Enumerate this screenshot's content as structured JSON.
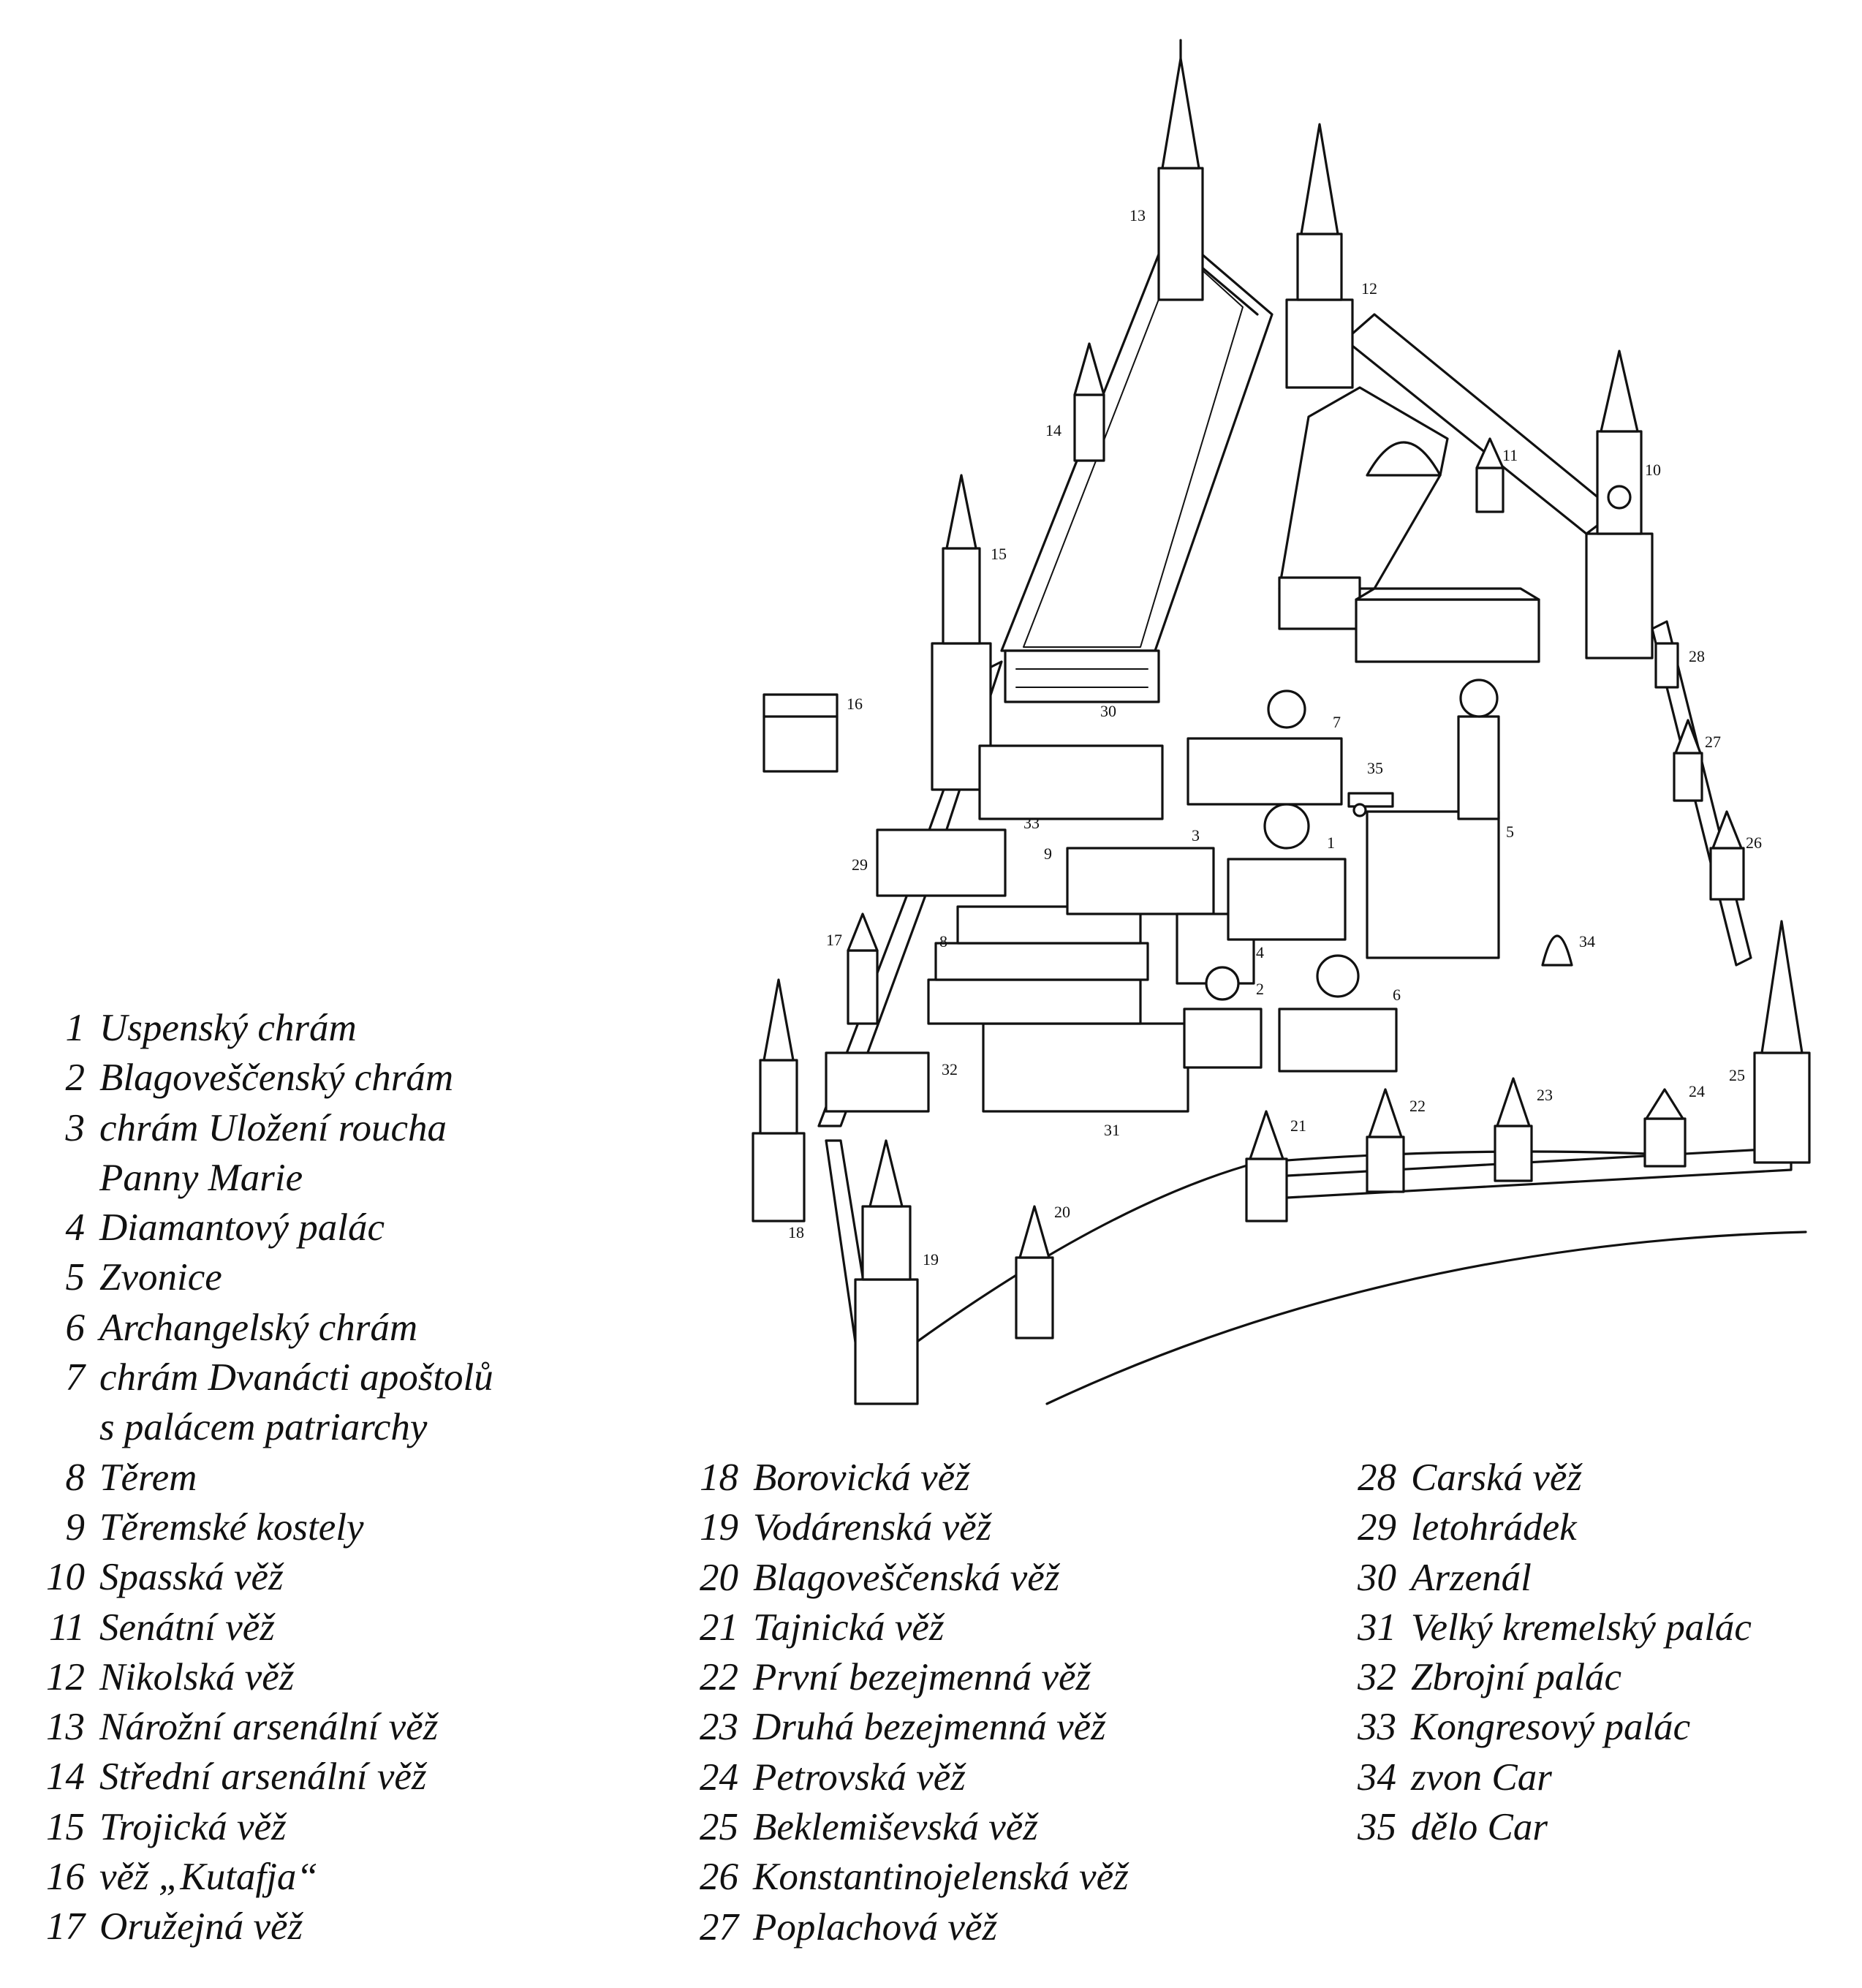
{
  "legend": {
    "column_1": [
      {
        "num": "1",
        "text": "Uspenský chrám",
        "cont": ""
      },
      {
        "num": "2",
        "text": "Blagoveščenský chrám",
        "cont": ""
      },
      {
        "num": "3",
        "text": "chrám Uložení roucha",
        "cont": "Panny Marie"
      },
      {
        "num": "4",
        "text": "Diamantový palác",
        "cont": ""
      },
      {
        "num": "5",
        "text": "Zvonice",
        "cont": ""
      },
      {
        "num": "6",
        "text": "Archangelský chrám",
        "cont": ""
      },
      {
        "num": "7",
        "text": "chrám Dvanácti apoštolů",
        "cont": "s palácem patriarchy"
      },
      {
        "num": "8",
        "text": "Těrem",
        "cont": ""
      },
      {
        "num": "9",
        "text": "Těremské kostely",
        "cont": ""
      },
      {
        "num": "10",
        "text": "Spasská věž",
        "cont": ""
      },
      {
        "num": "11",
        "text": "Senátní věž",
        "cont": ""
      },
      {
        "num": "12",
        "text": "Nikolská věž",
        "cont": ""
      },
      {
        "num": "13",
        "text": "Nárožní arsenální věž",
        "cont": ""
      },
      {
        "num": "14",
        "text": "Střední arsenální věž",
        "cont": ""
      },
      {
        "num": "15",
        "text": "Trojická věž",
        "cont": ""
      },
      {
        "num": "16",
        "text": "věž „Kutafja“",
        "cont": ""
      },
      {
        "num": "17",
        "text": "Oružejná věž",
        "cont": ""
      }
    ],
    "column_2": [
      {
        "num": "18",
        "text": "Borovická věž"
      },
      {
        "num": "19",
        "text": "Vodárenská věž"
      },
      {
        "num": "20",
        "text": "Blagoveščenská věž"
      },
      {
        "num": "21",
        "text": "Tajnická věž"
      },
      {
        "num": "22",
        "text": "První bezejmenná věž"
      },
      {
        "num": "23",
        "text": "Druhá bezejmenná věž"
      },
      {
        "num": "24",
        "text": "Petrovská věž"
      },
      {
        "num": "25",
        "text": "Beklemiševská věž"
      },
      {
        "num": "26",
        "text": "Konstantinojelenská věž"
      },
      {
        "num": "27",
        "text": "Poplachová věž"
      }
    ],
    "column_3": [
      {
        "num": "28",
        "text": "Carská věž"
      },
      {
        "num": "29",
        "text": "letohrádek"
      },
      {
        "num": "30",
        "text": "Arzenál"
      },
      {
        "num": "31",
        "text": "Velký kremelský palác"
      },
      {
        "num": "32",
        "text": "Zbrojní palác"
      },
      {
        "num": "33",
        "text": "Kongresový palác"
      },
      {
        "num": "34",
        "text": "zvon Car"
      },
      {
        "num": "35",
        "text": "dělo Car"
      }
    ]
  },
  "map_labels": [
    "1",
    "2",
    "3",
    "4",
    "5",
    "6",
    "7",
    "8",
    "9",
    "10",
    "11",
    "12",
    "13",
    "14",
    "15",
    "16",
    "17",
    "18",
    "19",
    "20",
    "21",
    "22",
    "23",
    "24",
    "25",
    "26",
    "27",
    "28",
    "29",
    "30",
    "31",
    "32",
    "33",
    "34",
    "35"
  ]
}
